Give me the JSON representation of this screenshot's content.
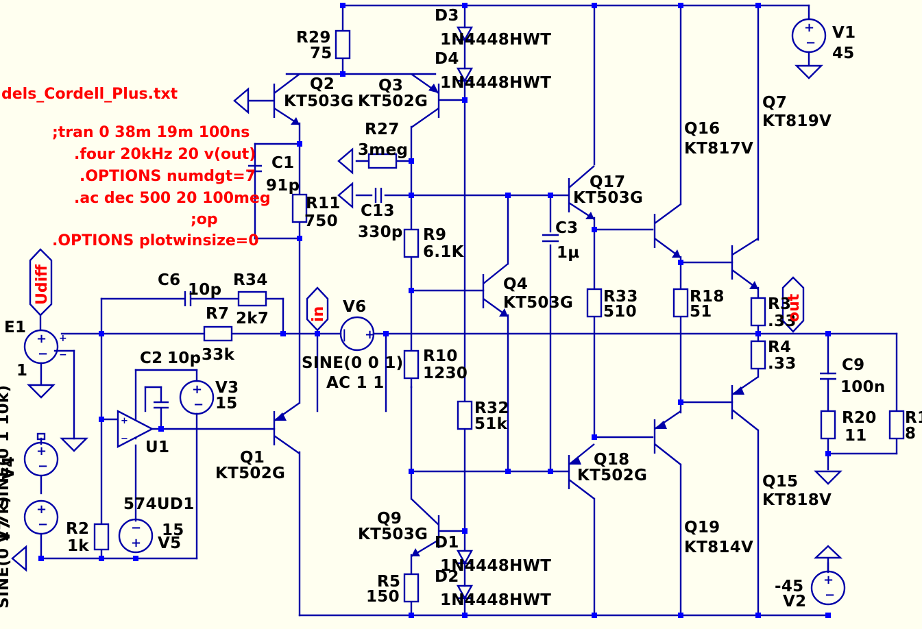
{
  "labels": [
    {
      "id": "R29",
      "t": "R29"
    },
    {
      "id": "R29v",
      "t": "75"
    },
    {
      "id": "D3",
      "t": "D3"
    },
    {
      "id": "D3v",
      "t": "1N4448HWT"
    },
    {
      "id": "D4",
      "t": "D4"
    },
    {
      "id": "D4v",
      "t": "1N4448HWT"
    },
    {
      "id": "Q2",
      "t": "Q2"
    },
    {
      "id": "Q2v",
      "t": "KT503G"
    },
    {
      "id": "Q3",
      "t": "Q3"
    },
    {
      "id": "Q3v",
      "t": "KT502G"
    },
    {
      "id": "V1",
      "t": "V1"
    },
    {
      "id": "V1v",
      "t": "45"
    },
    {
      "id": "Q7",
      "t": "Q7"
    },
    {
      "id": "Q7v",
      "t": "KT819V"
    },
    {
      "id": "Q16",
      "t": "Q16"
    },
    {
      "id": "Q16v",
      "t": "KT817V"
    },
    {
      "id": "R27",
      "t": "R27"
    },
    {
      "id": "R27v",
      "t": "3meg"
    },
    {
      "id": "C1",
      "t": "C1"
    },
    {
      "id": "C1v",
      "t": "91p"
    },
    {
      "id": "Q17",
      "t": "Q17"
    },
    {
      "id": "Q17v",
      "t": "KT503G"
    },
    {
      "id": "R11",
      "t": "R11"
    },
    {
      "id": "R11v",
      "t": "750"
    },
    {
      "id": "C13",
      "t": "C13"
    },
    {
      "id": "C13v",
      "t": "330p"
    },
    {
      "id": "C3",
      "t": "C3"
    },
    {
      "id": "C3v",
      "t": "1µ"
    },
    {
      "id": "R9",
      "t": "R9"
    },
    {
      "id": "R9v",
      "t": "6.1K"
    },
    {
      "id": "Q4",
      "t": "Q4"
    },
    {
      "id": "Q4v",
      "t": "KT503G"
    },
    {
      "id": "R33",
      "t": "R33"
    },
    {
      "id": "R33v",
      "t": "510"
    },
    {
      "id": "R18",
      "t": "R18"
    },
    {
      "id": "R18v",
      "t": "51"
    },
    {
      "id": "R3",
      "t": "R3"
    },
    {
      "id": "R3v",
      "t": ".33"
    },
    {
      "id": "C6",
      "t": "C6"
    },
    {
      "id": "C6v",
      "t": "10p"
    },
    {
      "id": "R34",
      "t": "R34"
    },
    {
      "id": "R34v",
      "t": "2k7"
    },
    {
      "id": "R7",
      "t": "R7"
    },
    {
      "id": "R7v",
      "t": "33k"
    },
    {
      "id": "V6",
      "t": "V6"
    },
    {
      "id": "E1",
      "t": "E1"
    },
    {
      "id": "E1v",
      "t": "1"
    },
    {
      "id": "R4",
      "t": "R4"
    },
    {
      "id": "R4v",
      "t": ".33"
    },
    {
      "id": "C2",
      "t": "C2"
    },
    {
      "id": "C2v",
      "t": "10p"
    },
    {
      "id": "V3",
      "t": "V3"
    },
    {
      "id": "V3v",
      "t": "15"
    },
    {
      "id": "R10",
      "t": "R10"
    },
    {
      "id": "R10v",
      "t": "1230"
    },
    {
      "id": "V6s",
      "t": "SINE(0 0 1)"
    },
    {
      "id": "V6ac",
      "t": "AC 1 1"
    },
    {
      "id": "C9",
      "t": "C9"
    },
    {
      "id": "C9v",
      "t": "100n"
    },
    {
      "id": "R32",
      "t": "R32"
    },
    {
      "id": "R32v",
      "t": "51k"
    },
    {
      "id": "R20",
      "t": "R20"
    },
    {
      "id": "R20v",
      "t": "11"
    },
    {
      "id": "R1",
      "t": "R1"
    },
    {
      "id": "R1v",
      "t": "8"
    },
    {
      "id": "U1",
      "t": "U1"
    },
    {
      "id": "Q1",
      "t": "Q1"
    },
    {
      "id": "Q1v",
      "t": "KT502G"
    },
    {
      "id": "Q18",
      "t": "Q18"
    },
    {
      "id": "Q18v",
      "t": "KT502G"
    },
    {
      "id": "Q15",
      "t": "Q15"
    },
    {
      "id": "Q15v",
      "t": "KT818V"
    },
    {
      "id": "U1v",
      "t": "574UD1"
    },
    {
      "id": "R2",
      "t": "R2"
    },
    {
      "id": "R2v",
      "t": "1k"
    },
    {
      "id": "V5v",
      "t": "15"
    },
    {
      "id": "V5",
      "t": "V5"
    },
    {
      "id": "Q9",
      "t": "Q9"
    },
    {
      "id": "Q9v",
      "t": "KT503G"
    },
    {
      "id": "Q19",
      "t": "Q19"
    },
    {
      "id": "Q19v",
      "t": "KT814V"
    },
    {
      "id": "D1",
      "t": "D1"
    },
    {
      "id": "D1v",
      "t": "1N4448HWT"
    },
    {
      "id": "D2",
      "t": "D2"
    },
    {
      "id": "D2v",
      "t": "1N4448HWT"
    },
    {
      "id": "R5",
      "t": "R5"
    },
    {
      "id": "R5v",
      "t": "150"
    },
    {
      "id": "V2v",
      "t": "-45"
    },
    {
      "id": "V2",
      "t": "V2"
    },
    {
      "id": "V4",
      "t": "V4"
    },
    {
      "id": "V4v",
      "t": "SINE(0 1 10k)"
    },
    {
      "id": "V7",
      "t": "V7"
    },
    {
      "id": "V7v",
      "t": "SINE(0 1 7k)"
    }
  ],
  "directives": [
    "dels_Cordell_Plus.txt",
    ";tran 0 38m 19m 100ns",
    ".four 20kHz 20 v(out)",
    ".OPTIONS numdgt=7",
    ".ac dec 500 20 100meg",
    ";op",
    ".OPTIONS plotwinsize=0"
  ],
  "net_labels": [
    "Udiff",
    "in",
    "out"
  ],
  "colors": {
    "wire": "#0000a8",
    "junction": "#0000ff",
    "directive": "#ff0000",
    "background": "#fffff0"
  }
}
